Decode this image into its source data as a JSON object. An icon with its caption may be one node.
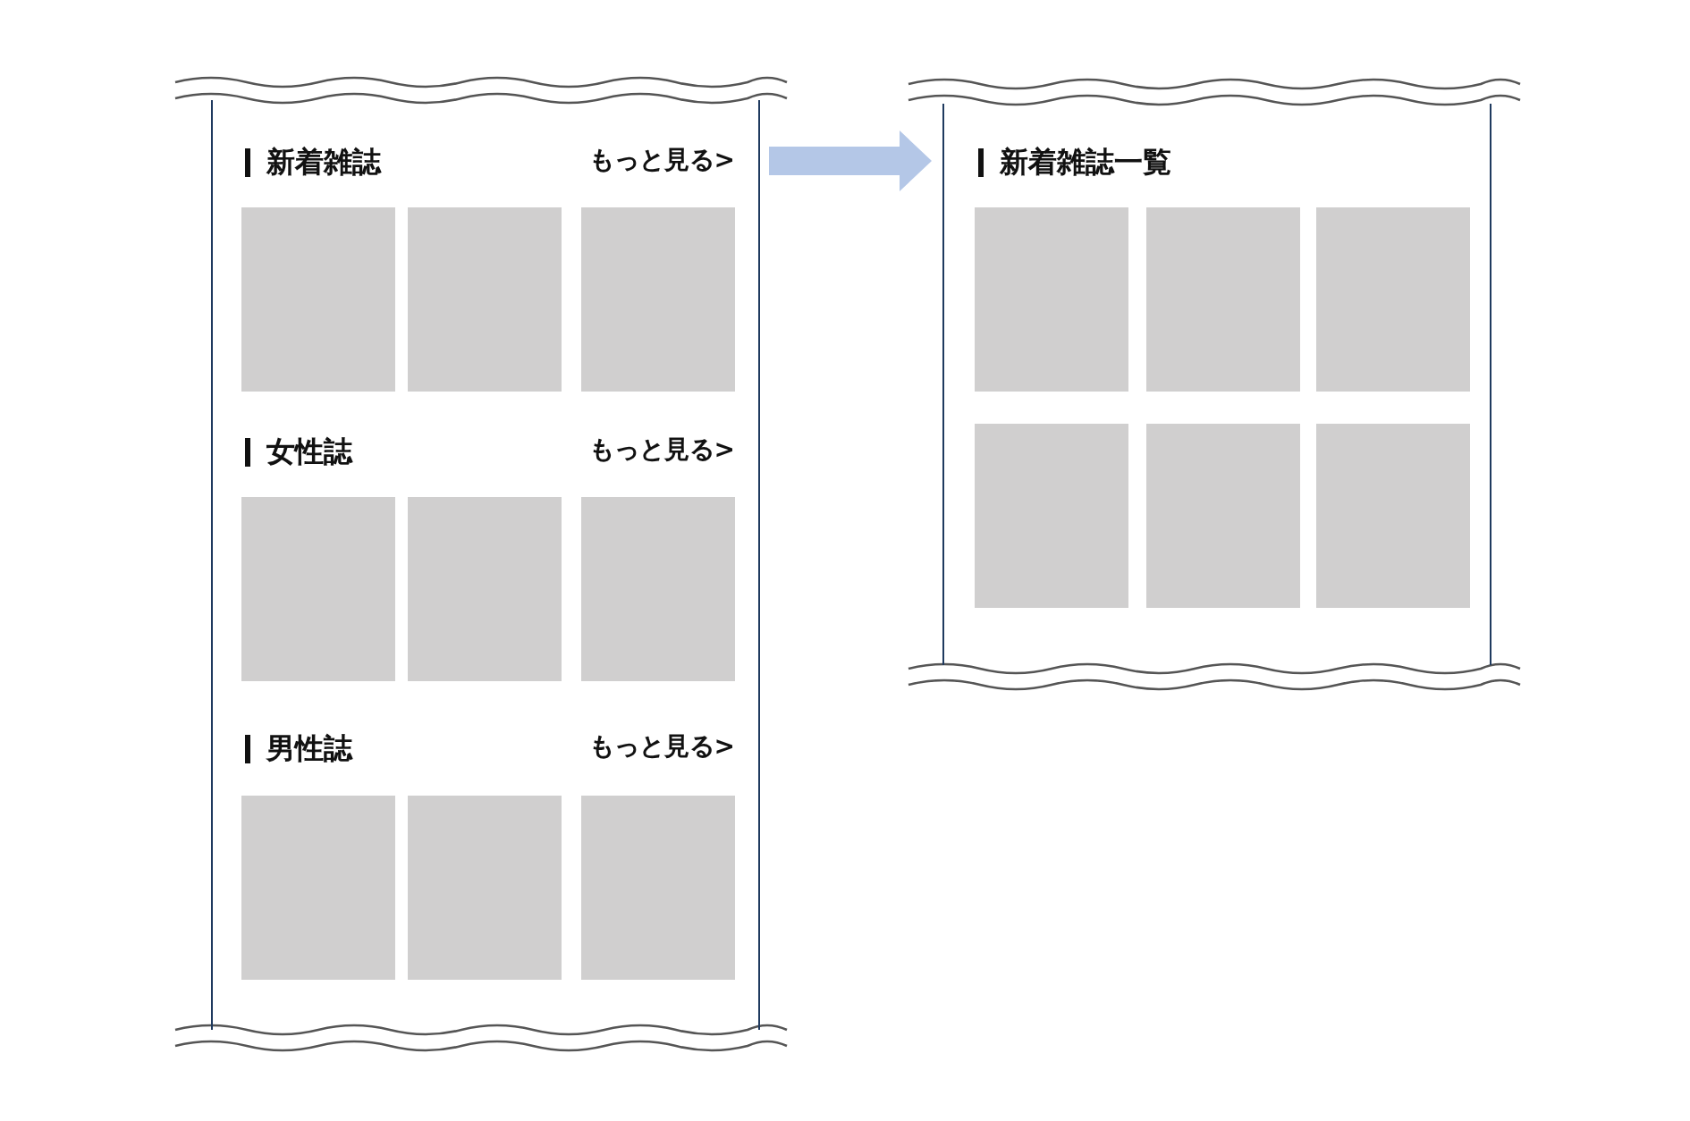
{
  "diagram": {
    "nodes": [
      {
        "text": [
          "新着雑誌",
          "もっと見る>",
          "女性誌",
          "もっと見る>",
          "男性誌",
          "もっと見る>"
        ]
      },
      {
        "text": [
          "新着雑誌一覧"
        ]
      }
    ],
    "edges": [
      {
        "from": 0,
        "to": 1,
        "arrow": "to",
        "style": "thick",
        "color": "#b4c7e7"
      }
    ]
  }
}
